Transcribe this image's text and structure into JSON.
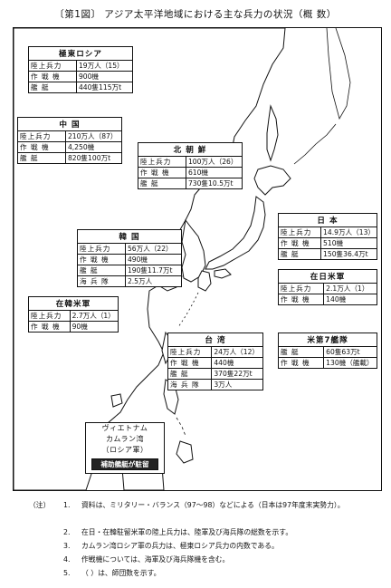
{
  "title": "〔第1図〕 アジア太平洋地域における主な兵力の状況（概 数）",
  "units": [
    {
      "name": "極東ロシア",
      "rows": [
        [
          "陸上兵力",
          "19万人（15）"
        ],
        [
          "作 戦 機",
          "900機"
        ],
        [
          "艦 艇",
          "440隻115万t"
        ]
      ]
    },
    {
      "name": "中 国",
      "rows": [
        [
          "陸上兵力",
          "210万人（87）"
        ],
        [
          "作 戦 機",
          "4,250機"
        ],
        [
          "艦 艇",
          "820隻100万t"
        ]
      ]
    },
    {
      "name": "北 朝 鮮",
      "rows": [
        [
          "陸上兵力",
          "100万人（26）"
        ],
        [
          "作 戦 機",
          "610機"
        ],
        [
          "艦 艇",
          "730隻10.5万t"
        ]
      ]
    },
    {
      "name": "日 本",
      "rows": [
        [
          "陸上兵力",
          "14.9万人（13）"
        ],
        [
          "作 戦 機",
          "510機"
        ],
        [
          "艦 艇",
          "150隻36.4万t"
        ]
      ]
    },
    {
      "name": "韓 国",
      "rows": [
        [
          "陸上兵力",
          "56万人（22）"
        ],
        [
          "作 戦 機",
          "490機"
        ],
        [
          "艦 艇",
          "190隻11.7万t"
        ],
        [
          "海 兵 隊",
          "2.5万人"
        ]
      ]
    },
    {
      "name": "在日米軍",
      "rows": [
        [
          "陸上兵力",
          "2.1万人（1）"
        ],
        [
          "作 戦 機",
          "140機"
        ]
      ]
    },
    {
      "name": "在韓米軍",
      "rows": [
        [
          "陸上兵力",
          "2.7万人（1）"
        ],
        [
          "作 戦 機",
          "90機"
        ]
      ]
    },
    {
      "name": "米第7艦隊",
      "rows": [
        [
          "艦 艇",
          "60隻63万t"
        ],
        [
          "作 戦 機",
          "130機（艦載）"
        ]
      ]
    },
    {
      "name": "台 湾",
      "rows": [
        [
          "陸上兵力",
          "24万人（12）"
        ],
        [
          "作 戦 機",
          "440機"
        ],
        [
          "艦 艇",
          "370隻22万t"
        ],
        [
          "海 兵 隊",
          "3万人"
        ]
      ]
    }
  ],
  "vietnam": {
    "lines": [
      "ヴィエトナム",
      "カムラン湾",
      "（ロシア軍）"
    ],
    "sub": "補助艦艇が駐留"
  },
  "notes": {
    "head": "（注）",
    "items": [
      {
        "num": "1.",
        "text": "資料は、ミリタリー・バランス（97～98）などによる（日本は97年度末実勢力）。"
      },
      {
        "num": "2.",
        "text": "在日・在韓駐留米軍の陸上兵力は、陸軍及び海兵隊の総数を示す。"
      },
      {
        "num": "3.",
        "text": "カムラン湾ロシア軍の兵力は、極東ロシア兵力の内数である。"
      },
      {
        "num": "4.",
        "text": "作戦機については、海軍及び海兵隊機を含む。"
      },
      {
        "num": "5.",
        "text": "（ ）は、師団数を示す。"
      }
    ]
  }
}
